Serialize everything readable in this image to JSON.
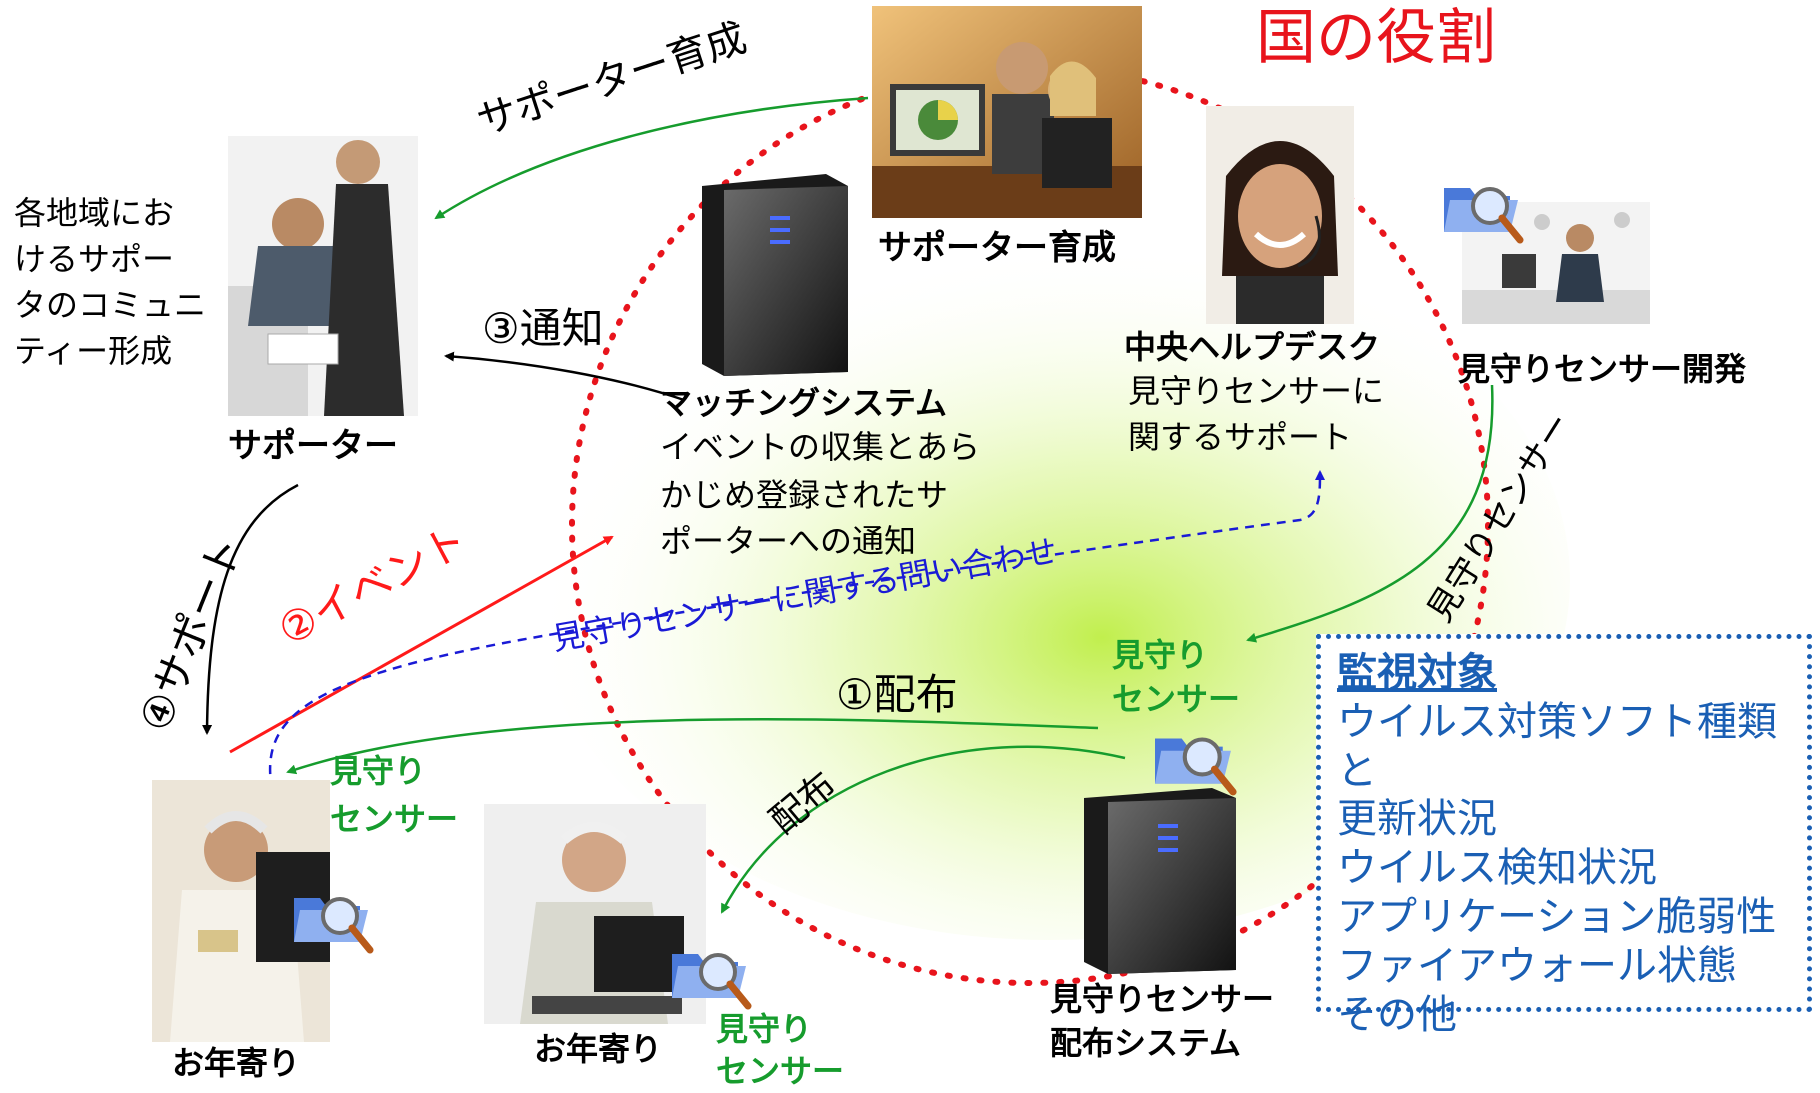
{
  "title": "国の役割",
  "labels": {
    "supporter_training_top": "サポーター育成",
    "supporter_training_photo": "サポーター育成",
    "community": [
      "各地域にお",
      "けるサポー",
      "タのコミュニ",
      "ティー形成"
    ],
    "supporter": "サポーター",
    "notify": "③通知",
    "matching_title": "マッチングシステム",
    "matching_desc": [
      "イベントの収集とあら",
      "かじめ登録されたサ",
      "ポーターへの通知"
    ],
    "helpdesk_title": "中央ヘルプデスク",
    "helpdesk_desc": [
      "見守りセンサーに",
      "関するサポート"
    ],
    "sensor_dev": "見守りセンサー開発",
    "sensor_diag": "見守りセンサー",
    "event": "②イベント",
    "inquiry": "見守りセンサーに関する問い合わせ",
    "support": "④サポート",
    "distribute1": "①配布",
    "distribute2": "配布",
    "sensor_mid": [
      "見守り",
      "センサー"
    ],
    "sensor_left": [
      "見守り",
      "センサー"
    ],
    "sensor_bottom": [
      "見守り",
      "センサー"
    ],
    "elderly1": "お年寄り",
    "elderly2": "お年寄り",
    "dist_system": [
      "見守りセンサー",
      "配布システム"
    ]
  },
  "monitor": {
    "title": "監視対象",
    "items": [
      "ウイルス対策ソフト種類と",
      "更新状況",
      "ウイルス検知状況",
      "アプリケーション脆弱性",
      "ファイアウォール状態",
      "その他"
    ]
  },
  "icons": [
    "server-icon",
    "folder-search-icon",
    "photo-icon"
  ],
  "colors": {
    "title_red": "#e8141c",
    "training_green": "#169c2d",
    "event_red": "#ff1a1a",
    "inquiry_blue": "#1a1ad6",
    "monitor_blue": "#1a5fb4"
  }
}
